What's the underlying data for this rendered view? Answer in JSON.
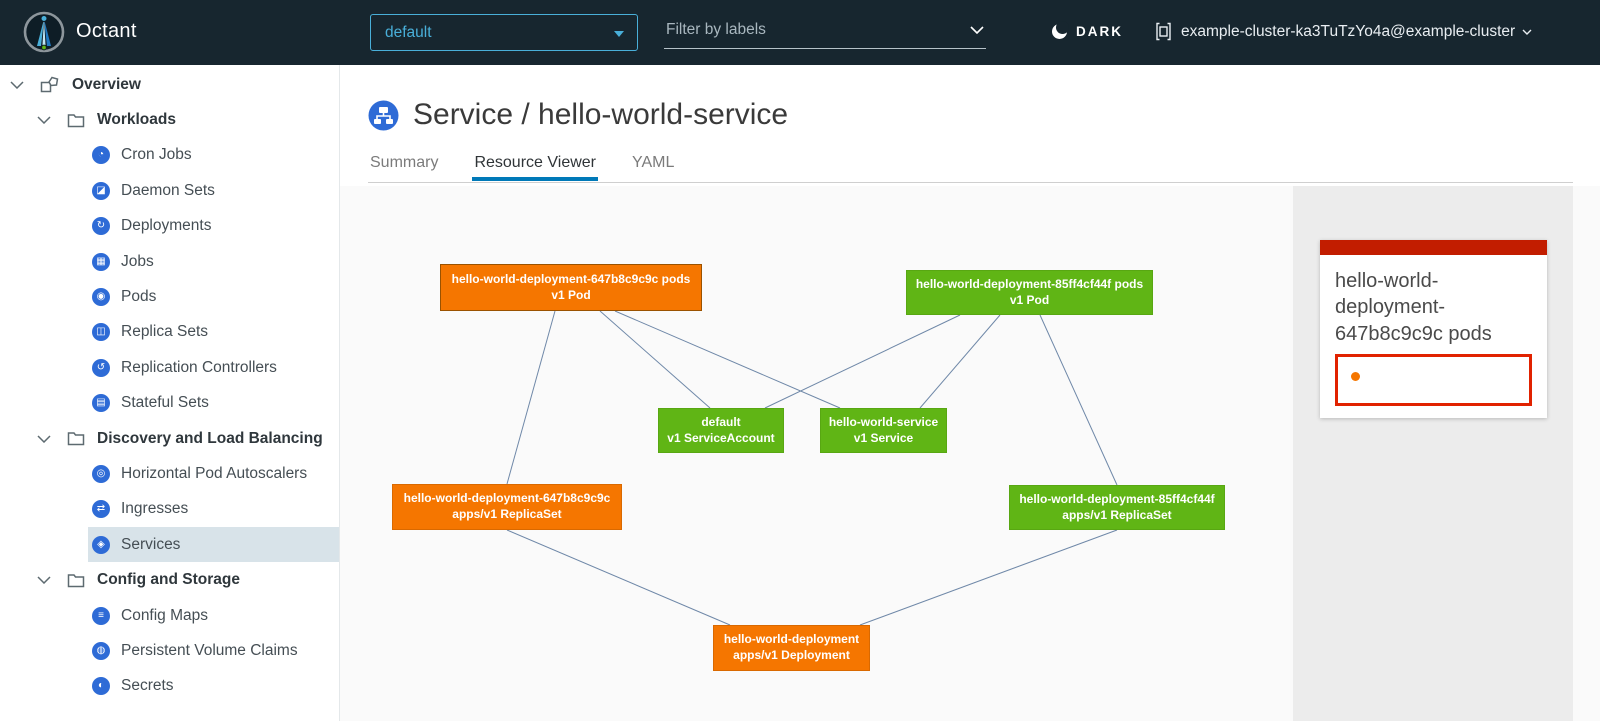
{
  "header": {
    "app_name": "Octant",
    "namespace_dropdown": {
      "value": "default"
    },
    "label_filter": {
      "placeholder": "Filter by labels"
    },
    "theme_toggle": {
      "label": "DARK"
    },
    "cluster_context": {
      "label": "example-cluster-ka3TuTzYo4a@example-cluster"
    }
  },
  "sidebar": {
    "items": [
      {
        "label": "Overview",
        "type": "root"
      },
      {
        "label": "Workloads",
        "type": "group"
      },
      {
        "label": "Cron Jobs",
        "type": "item",
        "glyph": "◔"
      },
      {
        "label": "Daemon Sets",
        "type": "item",
        "glyph": "◪"
      },
      {
        "label": "Deployments",
        "type": "item",
        "glyph": "↻"
      },
      {
        "label": "Jobs",
        "type": "item",
        "glyph": "▦"
      },
      {
        "label": "Pods",
        "type": "item",
        "glyph": "◉"
      },
      {
        "label": "Replica Sets",
        "type": "item",
        "glyph": "◫"
      },
      {
        "label": "Replication Controllers",
        "type": "item",
        "glyph": "↺"
      },
      {
        "label": "Stateful Sets",
        "type": "item",
        "glyph": "▤"
      },
      {
        "label": "Discovery and Load Balancing",
        "type": "group"
      },
      {
        "label": "Horizontal Pod Autoscalers",
        "type": "item",
        "glyph": "◎"
      },
      {
        "label": "Ingresses",
        "type": "item",
        "glyph": "⇄"
      },
      {
        "label": "Services",
        "type": "item",
        "glyph": "◈",
        "selected": true
      },
      {
        "label": "Config and Storage",
        "type": "group"
      },
      {
        "label": "Config Maps",
        "type": "item",
        "glyph": "≡"
      },
      {
        "label": "Persistent Volume Claims",
        "type": "item",
        "glyph": "◍"
      },
      {
        "label": "Secrets",
        "type": "item",
        "glyph": "◐"
      }
    ]
  },
  "main": {
    "page_title": "Service / hello-world-service",
    "tabs": [
      {
        "label": "Summary",
        "active": false
      },
      {
        "label": "Resource Viewer",
        "active": true
      },
      {
        "label": "YAML",
        "active": false
      }
    ]
  },
  "graph": {
    "nodes": [
      {
        "id": "pod-647",
        "title": "hello-world-deployment-647b8c9c9c pods",
        "subtitle": "v1 Pod",
        "status": "warning",
        "color": "#f57600",
        "selected": true
      },
      {
        "id": "pod-85",
        "title": "hello-world-deployment-85ff4cf44f pods",
        "subtitle": "v1 Pod",
        "status": "ok",
        "color": "#60b515",
        "selected": false
      },
      {
        "id": "serviceaccount-default",
        "title": "default",
        "subtitle": "v1 ServiceAccount",
        "status": "ok",
        "color": "#60b515",
        "selected": false
      },
      {
        "id": "service-hello-world",
        "title": "hello-world-service",
        "subtitle": "v1 Service",
        "status": "ok",
        "color": "#60b515",
        "selected": false
      },
      {
        "id": "replicaset-647",
        "title": "hello-world-deployment-647b8c9c9c",
        "subtitle": "apps/v1 ReplicaSet",
        "status": "warning",
        "color": "#f57600",
        "selected": false
      },
      {
        "id": "replicaset-85",
        "title": "hello-world-deployment-85ff4cf44f",
        "subtitle": "apps/v1 ReplicaSet",
        "status": "ok",
        "color": "#60b515",
        "selected": false
      },
      {
        "id": "deployment",
        "title": "hello-world-deployment",
        "subtitle": "apps/v1 Deployment",
        "status": "warning",
        "color": "#f57600",
        "selected": false
      }
    ],
    "edges": [
      [
        "pod-647",
        "replicaset-647"
      ],
      [
        "pod-647",
        "serviceaccount-default"
      ],
      [
        "pod-647",
        "service-hello-world"
      ],
      [
        "pod-85",
        "serviceaccount-default"
      ],
      [
        "pod-85",
        "service-hello-world"
      ],
      [
        "pod-85",
        "replicaset-85"
      ],
      [
        "replicaset-647",
        "deployment"
      ],
      [
        "replicaset-85",
        "deployment"
      ]
    ],
    "edge_color": "#6f88a8"
  },
  "detail_panel": {
    "card": {
      "title": "hello-world-deployment-647b8c9c9c pods",
      "header_color": "#c21d00",
      "selection_border_color": "#e12200",
      "pod_dot_color": "#f57600"
    }
  },
  "colors": {
    "header_bg": "#17262f",
    "accent_blue": "#49afd9",
    "icon_blue": "#2e6bd6",
    "node_orange": "#f57600",
    "node_green": "#60b515",
    "selected_row_bg": "#d8e3e9",
    "tab_underline": "#0079b8",
    "panel_bg": "#ececec"
  }
}
